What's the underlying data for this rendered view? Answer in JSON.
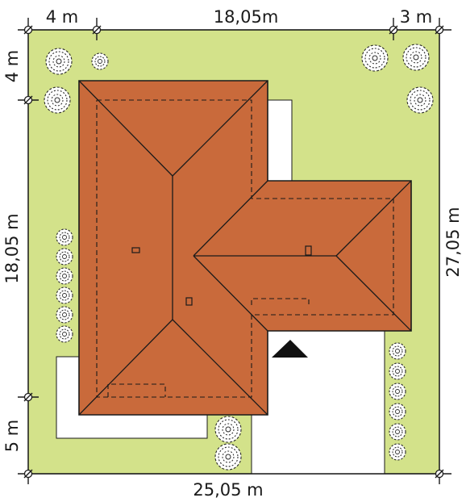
{
  "plot": {
    "dimensions": {
      "top_left": "4 m",
      "top_middle": "18,05m",
      "top_right": "3 m",
      "left_top": "4 m",
      "left_middle": "18,05 m",
      "left_bottom": "5 m",
      "right": "27,05 m",
      "bottom": "25,05 m"
    },
    "colors": {
      "lawn": "#d3e28a",
      "roof": "#c96a3b",
      "paving": "#ffffff",
      "lines": "#1a1a1a"
    },
    "entrance_marker": "triangle",
    "tree_icon": "tree-icon",
    "shrub_icon": "shrub-icon"
  }
}
